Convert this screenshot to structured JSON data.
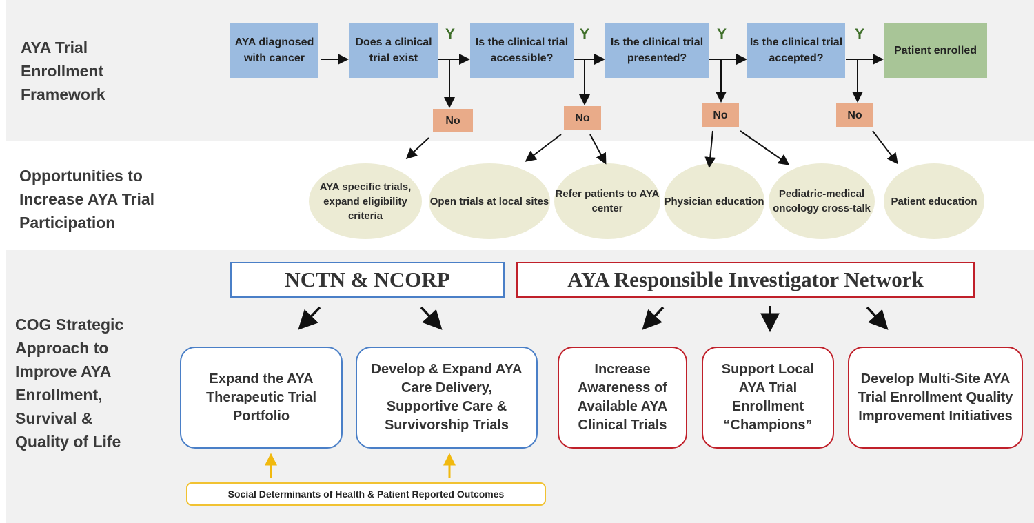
{
  "sections": {
    "framework": "AYA Trial Enrollment Framework",
    "opportunities": "Opportunities to Increase AYA Trial Participation",
    "strategy": "COG Strategic Approach to Improve AYA Enrollment, Survival & Quality of Life"
  },
  "flow": {
    "steps": [
      "AYA diagnosed with cancer",
      "Does a clinical trial exist",
      "Is the clinical trial accessible?",
      "Is the clinical trial presented?",
      "Is the clinical trial accepted?"
    ],
    "outcome": "Patient enrolled",
    "yes_label": "Y",
    "no_label": "No"
  },
  "opportunities": [
    "AYA specific trials, expand eligibility criteria",
    "Open trials at local sites",
    "Refer patients to AYA center",
    "Physician education",
    "Pediatric-medical oncology cross-talk",
    "Patient education"
  ],
  "networks": {
    "nctn": "NCTN & NCORP",
    "aya_network": "AYA Responsible Investigator Network"
  },
  "strategies": [
    "Expand the AYA Therapeutic Trial Portfolio",
    "Develop & Expand AYA Care Delivery, Supportive Care & Survivorship Trials",
    "Increase Awareness of Available AYA Clinical Trials",
    "Support Local AYA Trial Enrollment “Champions”",
    "Develop Multi-Site AYA Trial Enrollment Quality Improvement Initiatives"
  ],
  "sdoh": "Social Determinants of Health & Patient Reported Outcomes",
  "colors": {
    "step_blue": "#9bbbe0",
    "outcome_green": "#a8c597",
    "no_orange": "#e9ab89",
    "opportunity_beige": "#ecebd4",
    "nctn_border": "#4a7fc7",
    "aya_border": "#c0202a",
    "sdoh_border": "#f1c232",
    "yes_green": "#3f6f2a"
  }
}
